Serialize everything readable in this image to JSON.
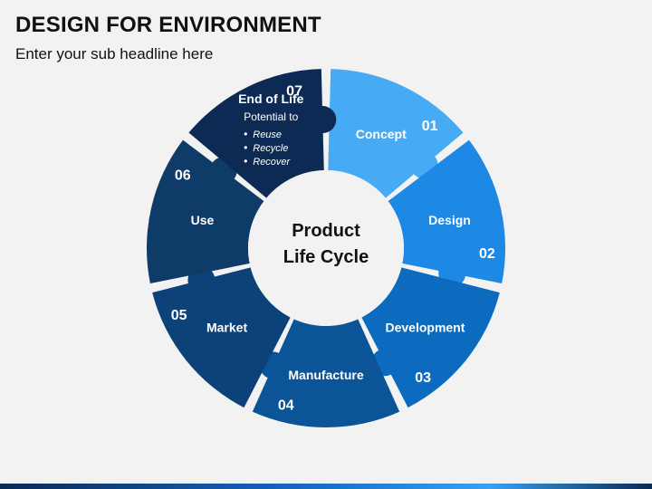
{
  "header": {
    "title": "DESIGN FOR ENVIRONMENT",
    "subtitle": "Enter your sub headline here"
  },
  "center": {
    "line1": "Product",
    "line2": "Life Cycle"
  },
  "stages": [
    {
      "number": "01",
      "label": "Concept",
      "color": "#46aaf5"
    },
    {
      "number": "02",
      "label": "Design",
      "color": "#1e88e5"
    },
    {
      "number": "03",
      "label": "Development",
      "color": "#0d6bbf"
    },
    {
      "number": "04",
      "label": "Manufacture",
      "color": "#0b5497"
    },
    {
      "number": "05",
      "label": "Market",
      "color": "#0d4278"
    },
    {
      "number": "06",
      "label": "Use",
      "color": "#0f3b68"
    },
    {
      "number": "07",
      "label": "End of Life",
      "color": "#0c2a54",
      "note": "Potential to",
      "bullets": [
        "Reuse",
        "Recycle",
        "Recover"
      ]
    }
  ],
  "colors": {
    "background": "#f2f2f2",
    "text_light": "#ffffff",
    "text_dark": "#111111"
  }
}
